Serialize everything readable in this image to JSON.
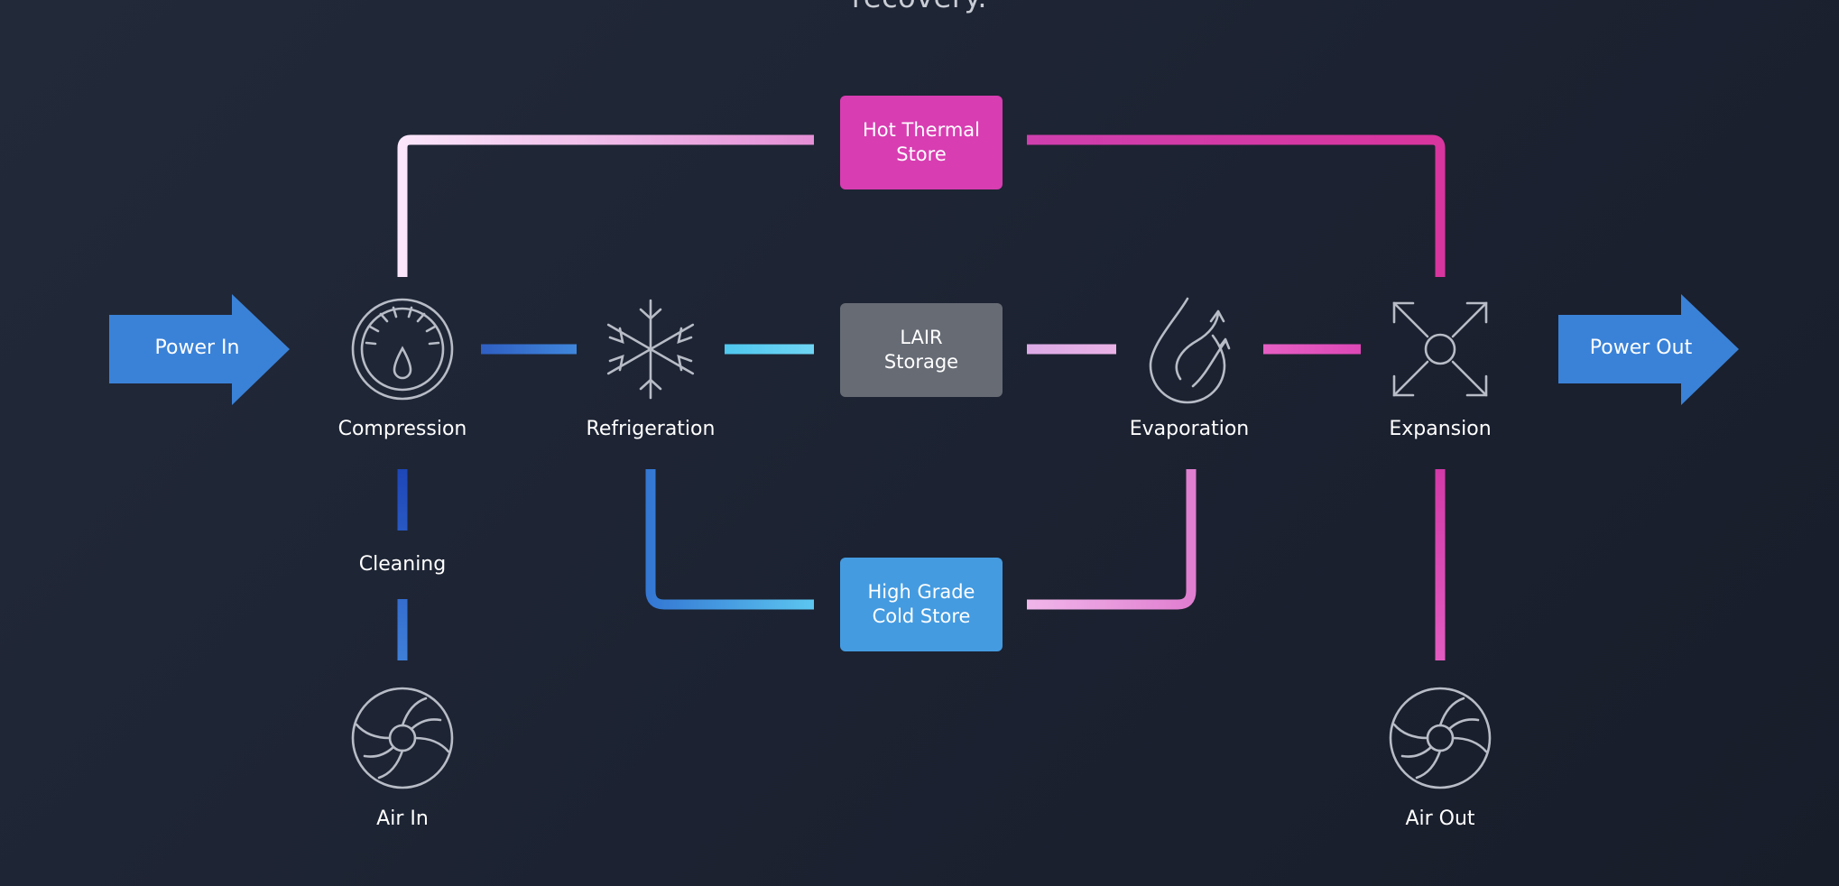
{
  "header": {
    "caption_fragment": "recovery."
  },
  "inputs": {
    "power_in": "Power In",
    "power_out": "Power Out"
  },
  "stores": {
    "hot": "Hot Thermal\nStore",
    "lair": "LAIR\nStorage",
    "cold": "High Grade\nCold Store"
  },
  "stages": {
    "compression": "Compression",
    "refrigeration": "Refrigeration",
    "evaporation": "Evaporation",
    "expansion": "Expansion",
    "cleaning": "Cleaning",
    "air_in": "Air In",
    "air_out": "Air Out"
  },
  "icons": {
    "compression": "gauge-icon",
    "refrigeration": "snowflake-icon",
    "evaporation": "flame-icon",
    "expansion": "expand-icon",
    "air_in": "fan-icon",
    "air_out": "fan-icon"
  },
  "colors": {
    "arrow_blue": "#3a82d8",
    "hot_pink": "#d83db2",
    "lair_grey": "#666b74",
    "cold_blue": "#449be0",
    "icon_stroke": "#b7bcc6"
  }
}
